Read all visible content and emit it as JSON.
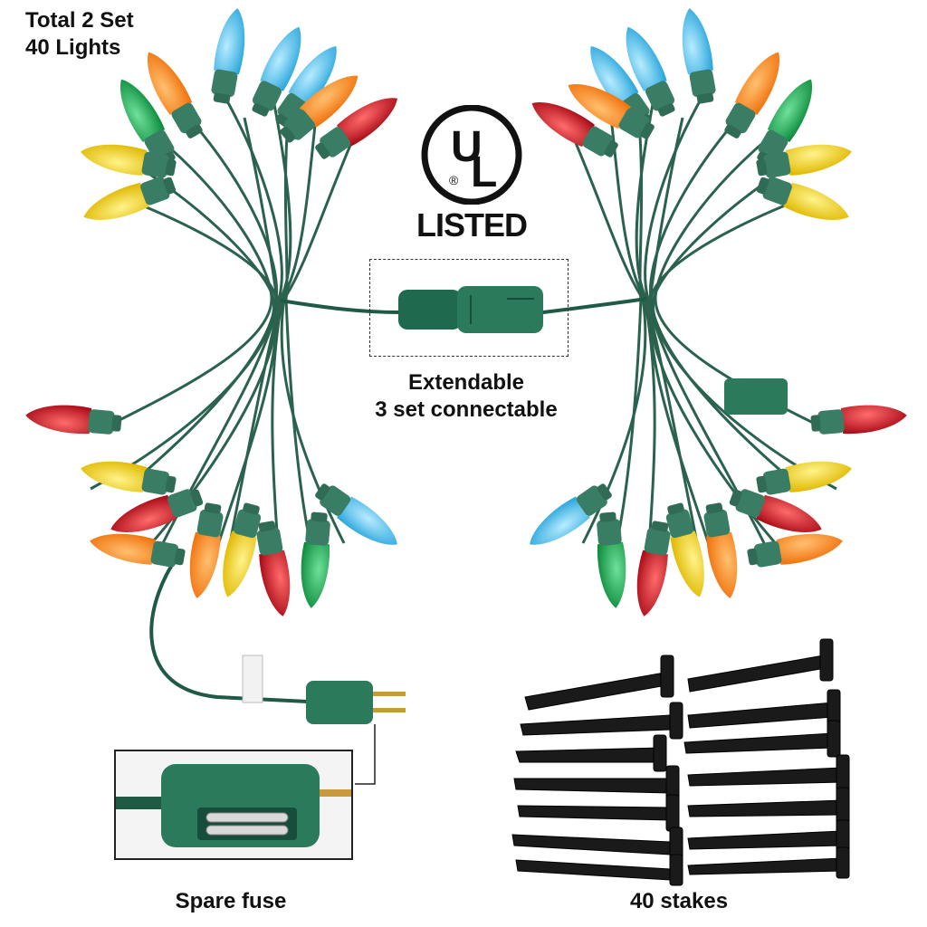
{
  "header": {
    "line1": "Total 2 Set",
    "line2": "40 Lights"
  },
  "ul_logo": {
    "letters": "UL",
    "reg": "®",
    "listed": "LISTED"
  },
  "connector_caption": {
    "line1": "Extendable",
    "line2": "3 set connectable"
  },
  "fuse_caption": "Spare fuse",
  "stakes_caption": "40 stakes",
  "colors": {
    "wire": "#1f5a44",
    "socket": "#3a7d65",
    "bulb_red": "#c8101e",
    "bulb_orange": "#ff8a1c",
    "bulb_yellow": "#f2d21a",
    "bulb_green": "#13a04a",
    "bulb_blue": "#37b8e8",
    "stake": "#1a1a1a"
  }
}
